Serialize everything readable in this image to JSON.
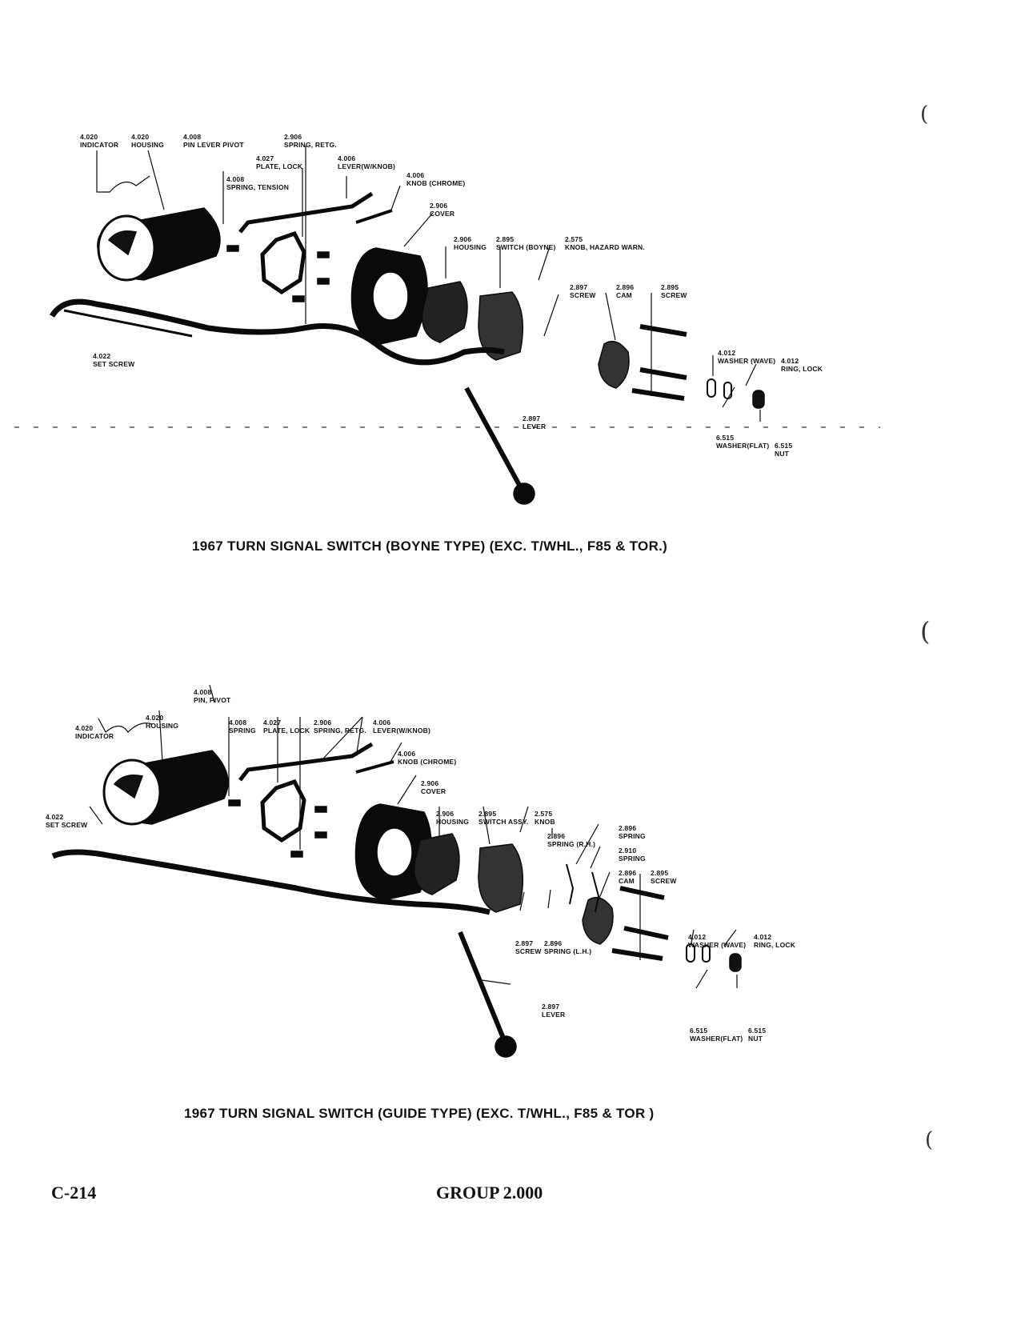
{
  "diagram1": {
    "caption": "1967 TURN SIGNAL SWITCH (BOYNE TYPE) (EXC. T/WHL., F85 & TOR.)",
    "labels": [
      {
        "num": "4.020",
        "name": "INDICATOR"
      },
      {
        "num": "4.020",
        "name": "HOUSING"
      },
      {
        "num": "4.008",
        "name": "PIN LEVER PIVOT"
      },
      {
        "num": "2.906",
        "name": "SPRING, RETG."
      },
      {
        "num": "4.027",
        "name": "PLATE, LOCK"
      },
      {
        "num": "4.006",
        "name": "LEVER(W/KNOB)"
      },
      {
        "num": "4.008",
        "name": "SPRING, TENSION"
      },
      {
        "num": "4.006",
        "name": "KNOB (CHROME)"
      },
      {
        "num": "2.906",
        "name": "COVER"
      },
      {
        "num": "2.906",
        "name": "HOUSING"
      },
      {
        "num": "2.895",
        "name": "SWITCH (BOYNE)"
      },
      {
        "num": "2.575",
        "name": "KNOB, HAZARD WARN."
      },
      {
        "num": "2.897",
        "name": "SCREW"
      },
      {
        "num": "2.896",
        "name": "CAM"
      },
      {
        "num": "2.895",
        "name": "SCREW"
      },
      {
        "num": "4.012",
        "name": "WASHER (WAVE)"
      },
      {
        "num": "4.012",
        "name": "RING, LOCK"
      },
      {
        "num": "4.022",
        "name": "SET SCREW"
      },
      {
        "num": "2.897",
        "name": "LEVER"
      },
      {
        "num": "6.515",
        "name": "WASHER(FLAT)"
      },
      {
        "num": "6.515",
        "name": "NUT"
      }
    ]
  },
  "diagram2": {
    "caption": "1967 TURN SIGNAL SWITCH (GUIDE TYPE) (EXC. T/WHL., F85 & TOR )",
    "labels": [
      {
        "num": "4.008",
        "name": "PIN, PIVOT"
      },
      {
        "num": "4.020",
        "name": "INDICATOR"
      },
      {
        "num": "4.020",
        "name": "HOUSING"
      },
      {
        "num": "4.008",
        "name": "SPRING"
      },
      {
        "num": "4.027",
        "name": "PLATE, LOCK"
      },
      {
        "num": "2.906",
        "name": "SPRING, RETG."
      },
      {
        "num": "4.006",
        "name": "LEVER(W/KNOB)"
      },
      {
        "num": "4.006",
        "name": "KNOB (CHROME)"
      },
      {
        "num": "2.906",
        "name": "COVER"
      },
      {
        "num": "4.022",
        "name": "SET SCREW"
      },
      {
        "num": "2.906",
        "name": "HOUSING"
      },
      {
        "num": "2.895",
        "name": "SWITCH ASSY."
      },
      {
        "num": "2.575",
        "name": "KNOB"
      },
      {
        "num": "2.896",
        "name": "SPRING (R.H.)"
      },
      {
        "num": "2.896",
        "name": "SPRING"
      },
      {
        "num": "2.910",
        "name": "SPRING"
      },
      {
        "num": "2.896",
        "name": "CAM"
      },
      {
        "num": "2.895",
        "name": "SCREW"
      },
      {
        "num": "4.012",
        "name": "WASHER (WAVE)"
      },
      {
        "num": "4.012",
        "name": "RING, LOCK"
      },
      {
        "num": "2.897",
        "name": "SCREW"
      },
      {
        "num": "2.896",
        "name": "SPRING (L.H.)"
      },
      {
        "num": "2.897",
        "name": "LEVER"
      },
      {
        "num": "6.515",
        "name": "WASHER(FLAT)"
      },
      {
        "num": "6.515",
        "name": "NUT"
      }
    ]
  },
  "footer": {
    "page_code": "C-214",
    "group": "GROUP 2.000"
  }
}
